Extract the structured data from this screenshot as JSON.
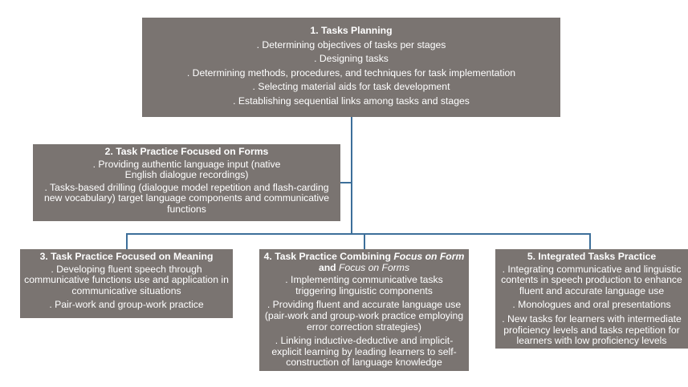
{
  "colors": {
    "box_fill": "#7a7471",
    "box_text": "#ffffff",
    "connector": "#3d6f9a"
  },
  "box1": {
    "title": "1. Tasks Planning",
    "items": [
      ". Determining objectives of tasks per stages",
      ". Designing tasks",
      ". Determining methods, procedures, and techniques for task implementation",
      ". Selecting material aids for task development",
      ". Establishing sequential links among tasks and stages"
    ]
  },
  "box2": {
    "title": "2. Task Practice Focused on Forms",
    "items": [
      ". Providing authentic language input (native English dialogue recordings)",
      ". Tasks-based drilling (dialogue model repetition and flash-carding new vocabulary) target language components and communicative functions"
    ]
  },
  "box3": {
    "title": "3. Task Practice Focused on Meaning",
    "items": [
      ". Developing fluent speech through communicative functions use and application in communicative situations",
      ". Pair-work and group-work practice"
    ]
  },
  "box4": {
    "title_prefix": "4. Task Practice Combining ",
    "title_em1": "Focus on Form",
    "title_mid": " and ",
    "title_em2": "Focus on Forms",
    "items": [
      ". Implementing communicative tasks triggering linguistic components",
      ". Providing fluent and accurate language use (pair-work and group-work practice employing error correction strategies)",
      ". Linking inductive-deductive and implicit-explicit learning by leading learners to self-construction of language knowledge"
    ]
  },
  "box5": {
    "title": "5. Integrated Tasks Practice",
    "items": [
      ". Integrating communicative and linguistic contents in speech production to enhance fluent and accurate language use",
      ". Monologues and oral presentations",
      ". New tasks for learners with intermediate proficiency levels and tasks repetition for learners with low proficiency levels"
    ]
  }
}
